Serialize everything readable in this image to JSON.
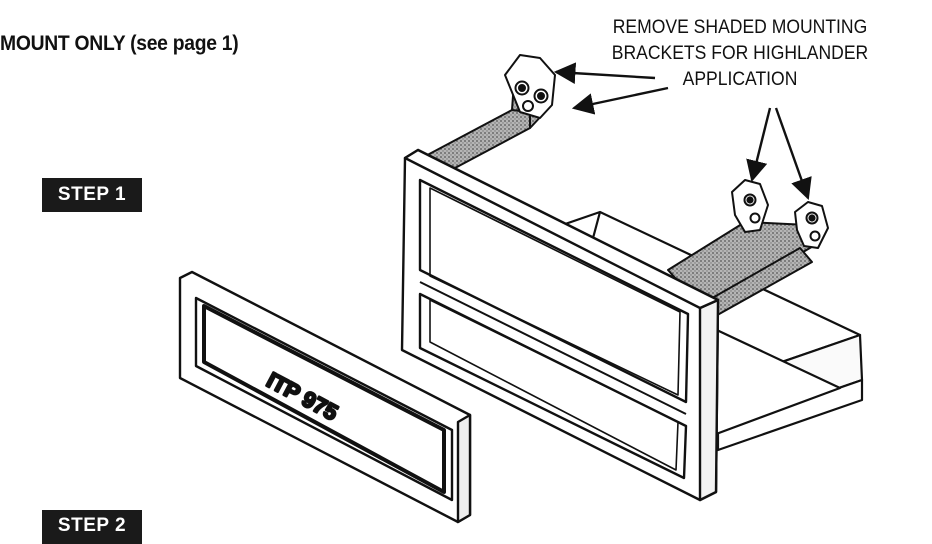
{
  "heading": "MOUNT ONLY (see page 1)",
  "callout": {
    "line1": "REMOVE SHADED MOUNTING",
    "line2": "BRACKETS FOR HIGHLANDER",
    "line3": "APPLICATION"
  },
  "steps": {
    "step1": "STEP 1",
    "step2": "STEP 2"
  },
  "bezel_label": "ITP 975",
  "colors": {
    "ink": "#111111",
    "shading": "#9a9a9a",
    "step_badge": "#1a1a1a"
  }
}
